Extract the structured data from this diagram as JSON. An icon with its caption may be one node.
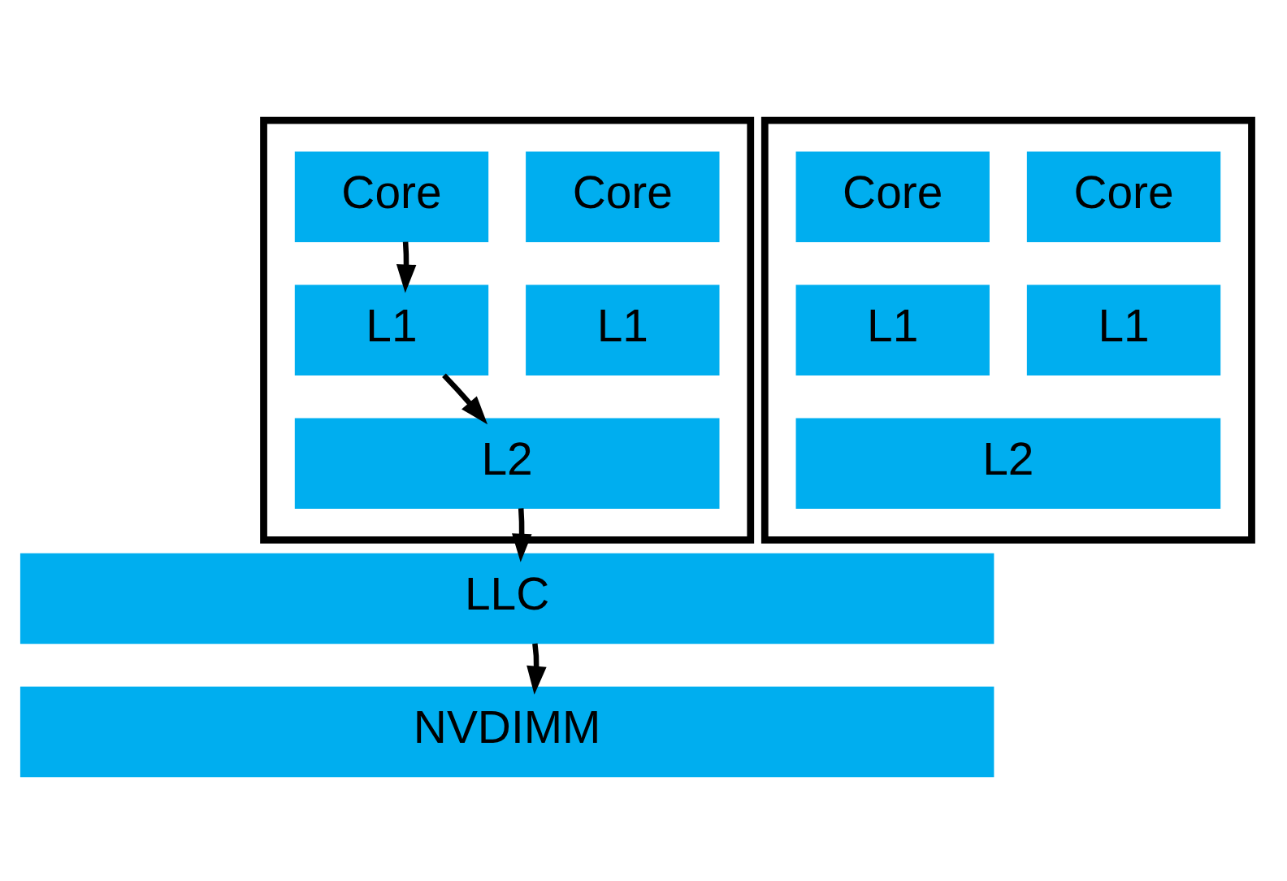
{
  "diagram": {
    "nodes": [
      {
        "text": [],
        "shape": "box"
      },
      {
        "text": [
          "Core"
        ],
        "in": 0
      },
      {
        "text": [
          "Core"
        ],
        "in": 0
      },
      {
        "text": [
          "L1"
        ],
        "in": 0
      },
      {
        "text": [
          "L1"
        ],
        "in": 0
      },
      {
        "text": [
          "L2"
        ],
        "in": 0
      },
      {
        "text": [],
        "shape": "box"
      },
      {
        "text": [
          "Core"
        ],
        "in": 6
      },
      {
        "text": [
          "Core"
        ],
        "in": 6
      },
      {
        "text": [
          "L1"
        ],
        "in": 6
      },
      {
        "text": [
          "L1"
        ],
        "in": 6
      },
      {
        "text": [
          "L2"
        ],
        "in": 6
      },
      {
        "text": [
          "LLC"
        ]
      },
      {
        "text": [
          "NVDIMM"
        ]
      }
    ],
    "edges": [
      {
        "from": 1,
        "to": 3,
        "arrow": "to"
      },
      {
        "from": 3,
        "to": 5,
        "arrow": "to"
      },
      {
        "from": 5,
        "to": 12,
        "arrow": "to"
      },
      {
        "from": 12,
        "to": 13,
        "arrow": "to"
      }
    ]
  }
}
